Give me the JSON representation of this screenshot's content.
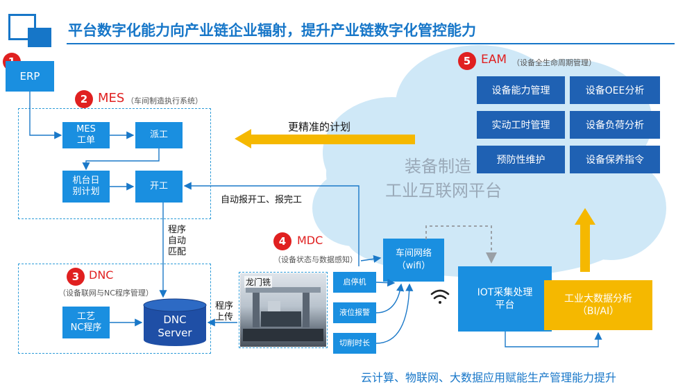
{
  "title": "平台数字化能力向产业链企业辐射，提升产业链数字化管控能力",
  "erp": {
    "badge": "1",
    "label": "ERP"
  },
  "mes": {
    "badge": "2",
    "name": "MES",
    "subtitle": "（车间制造执行系统）",
    "boxes": {
      "work_order": "MES\n工单",
      "dispatch": "派工",
      "plan": "机台日\n别计划",
      "start": "开工"
    }
  },
  "dnc": {
    "badge": "3",
    "name": "DNC",
    "subtitle": "（设备联网与NC程序管理）",
    "nc_program": "工艺\nNC程序",
    "server": "DNC\nServer"
  },
  "mdc": {
    "badge": "4",
    "name": "MDC",
    "subtitle": "（设备状态与数据感知）",
    "machine_label": "龙门铣",
    "items": [
      "启停机",
      "液位报警",
      "切削时长"
    ],
    "network": "车间网络\n（wifi）"
  },
  "eam": {
    "badge": "5",
    "name": "EAM",
    "subtitle": "（设备全生命周期管理）",
    "items": [
      "设备能力管理",
      "设备OEE分析",
      "实动工时管理",
      "设备负荷分析",
      "预防性维护",
      "设备保养指令"
    ]
  },
  "cloud": {
    "line1": "装备制造",
    "line2": "工业互联网平台"
  },
  "labels": {
    "better_plan": "更精准的计划",
    "auto_report": "自动报开工、报完工",
    "program_match": "程序\n自动\n匹配",
    "program_upload": "程序\n上传"
  },
  "iot": "IOT采集处理\n平台",
  "bigdata": "工业大数据分析\n（BI/AI）",
  "footer": "云计算、物联网、大数据应用赋能生产管理能力提升",
  "colors": {
    "primary": "#1676c8",
    "box": "#1a8fe0",
    "dark_box": "#1f61b3",
    "yellow": "#f5b800",
    "red": "#e02020",
    "cloud": "#cfe8f7"
  }
}
